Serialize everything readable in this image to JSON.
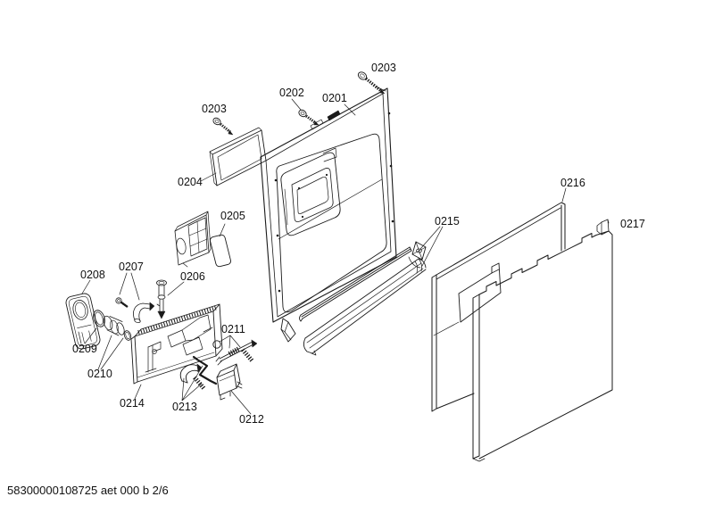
{
  "page": {
    "background": "#ffffff",
    "ink_color": "#1a1a1a"
  },
  "footer": {
    "code": "58300000108725 aet 000 b 2/6"
  },
  "diagram": {
    "callouts": [
      {
        "part": "0203"
      },
      {
        "part": "0202"
      },
      {
        "part": "0201"
      },
      {
        "part": "0203"
      },
      {
        "part": "0204"
      },
      {
        "part": "0205"
      },
      {
        "part": "0206"
      },
      {
        "part": "0207"
      },
      {
        "part": "0208"
      },
      {
        "part": "0209"
      },
      {
        "part": "0210"
      },
      {
        "part": "0211"
      },
      {
        "part": "0212"
      },
      {
        "part": "0213"
      },
      {
        "part": "0214"
      },
      {
        "part": "0215"
      },
      {
        "part": "0216"
      },
      {
        "part": "0217"
      }
    ]
  }
}
